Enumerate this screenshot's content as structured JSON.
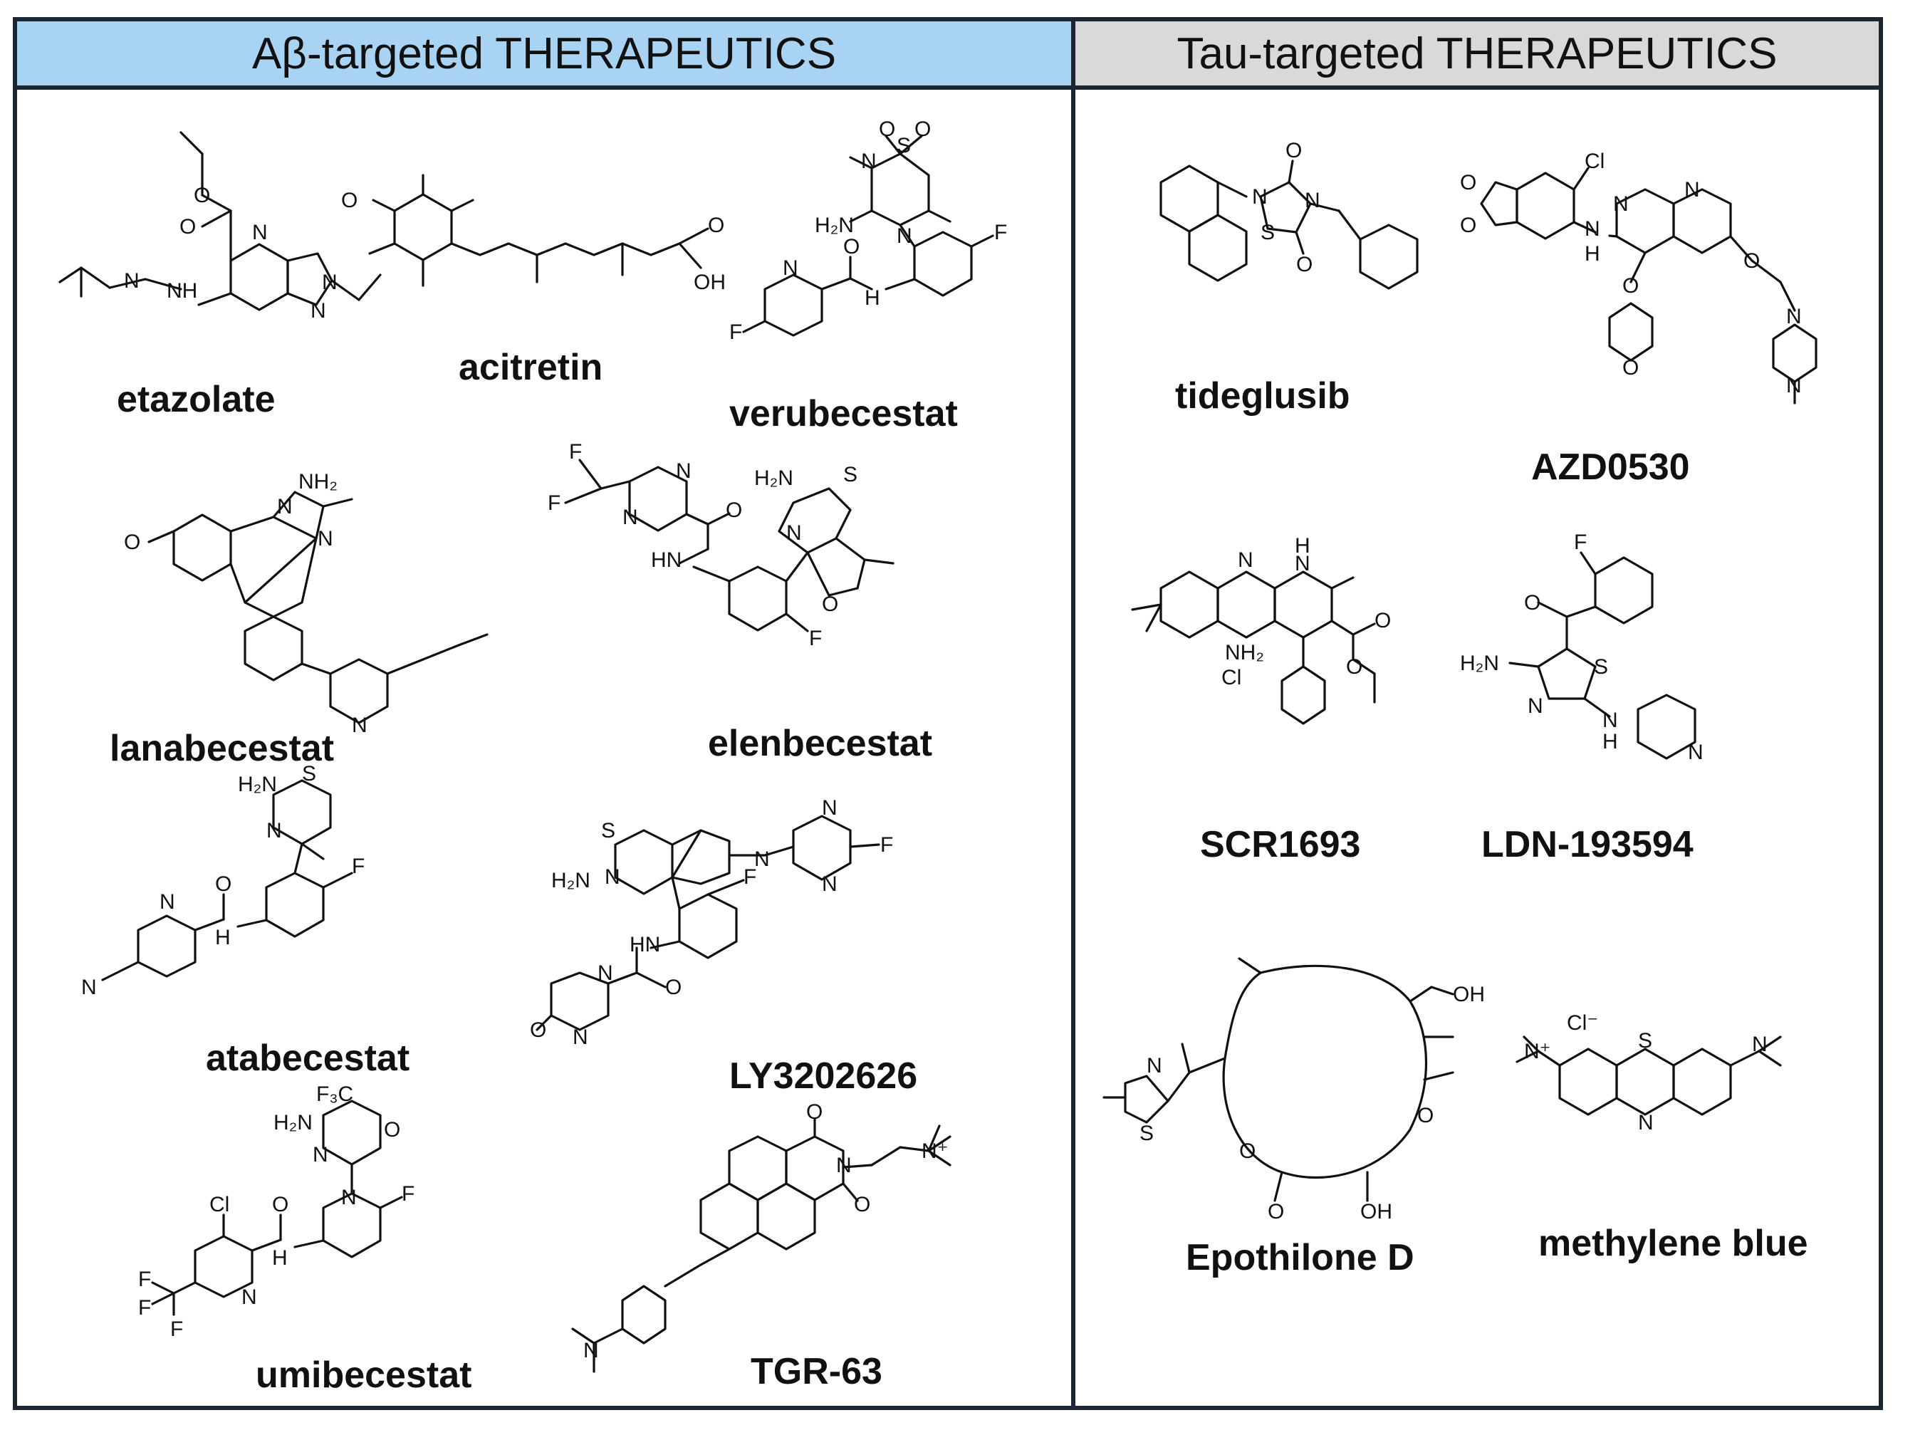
{
  "headers": {
    "left": "Aβ-targeted THERAPEUTICS",
    "right": "Tau-targeted THERAPEUTICS"
  },
  "abeta_compounds": [
    "etazolate",
    "acitretin",
    "verubecestat",
    "lanabecestat",
    "elenbecestat",
    "atabecestat",
    "LY3202626",
    "umibecestat",
    "TGR-63"
  ],
  "tau_compounds": [
    "tideglusib",
    "AZD0530",
    "SCR1693",
    "LDN-193594",
    "Epothilone D",
    "methylene blue"
  ],
  "atom_labels": {
    "O": "O",
    "N": "N",
    "NH": "NH",
    "H": "H",
    "S": "S",
    "F": "F",
    "Cl": "Cl",
    "OH": "OH",
    "H2N": "H₂N",
    "NH2": "NH₂",
    "F3C": "F₃C",
    "N+": "N⁺",
    "Cl-": "Cl⁻",
    "HN": "HN"
  },
  "colors": {
    "left_header_bg": "#a9d3f2",
    "right_header_bg": "#d9d9d9",
    "border": "#1b2732"
  }
}
